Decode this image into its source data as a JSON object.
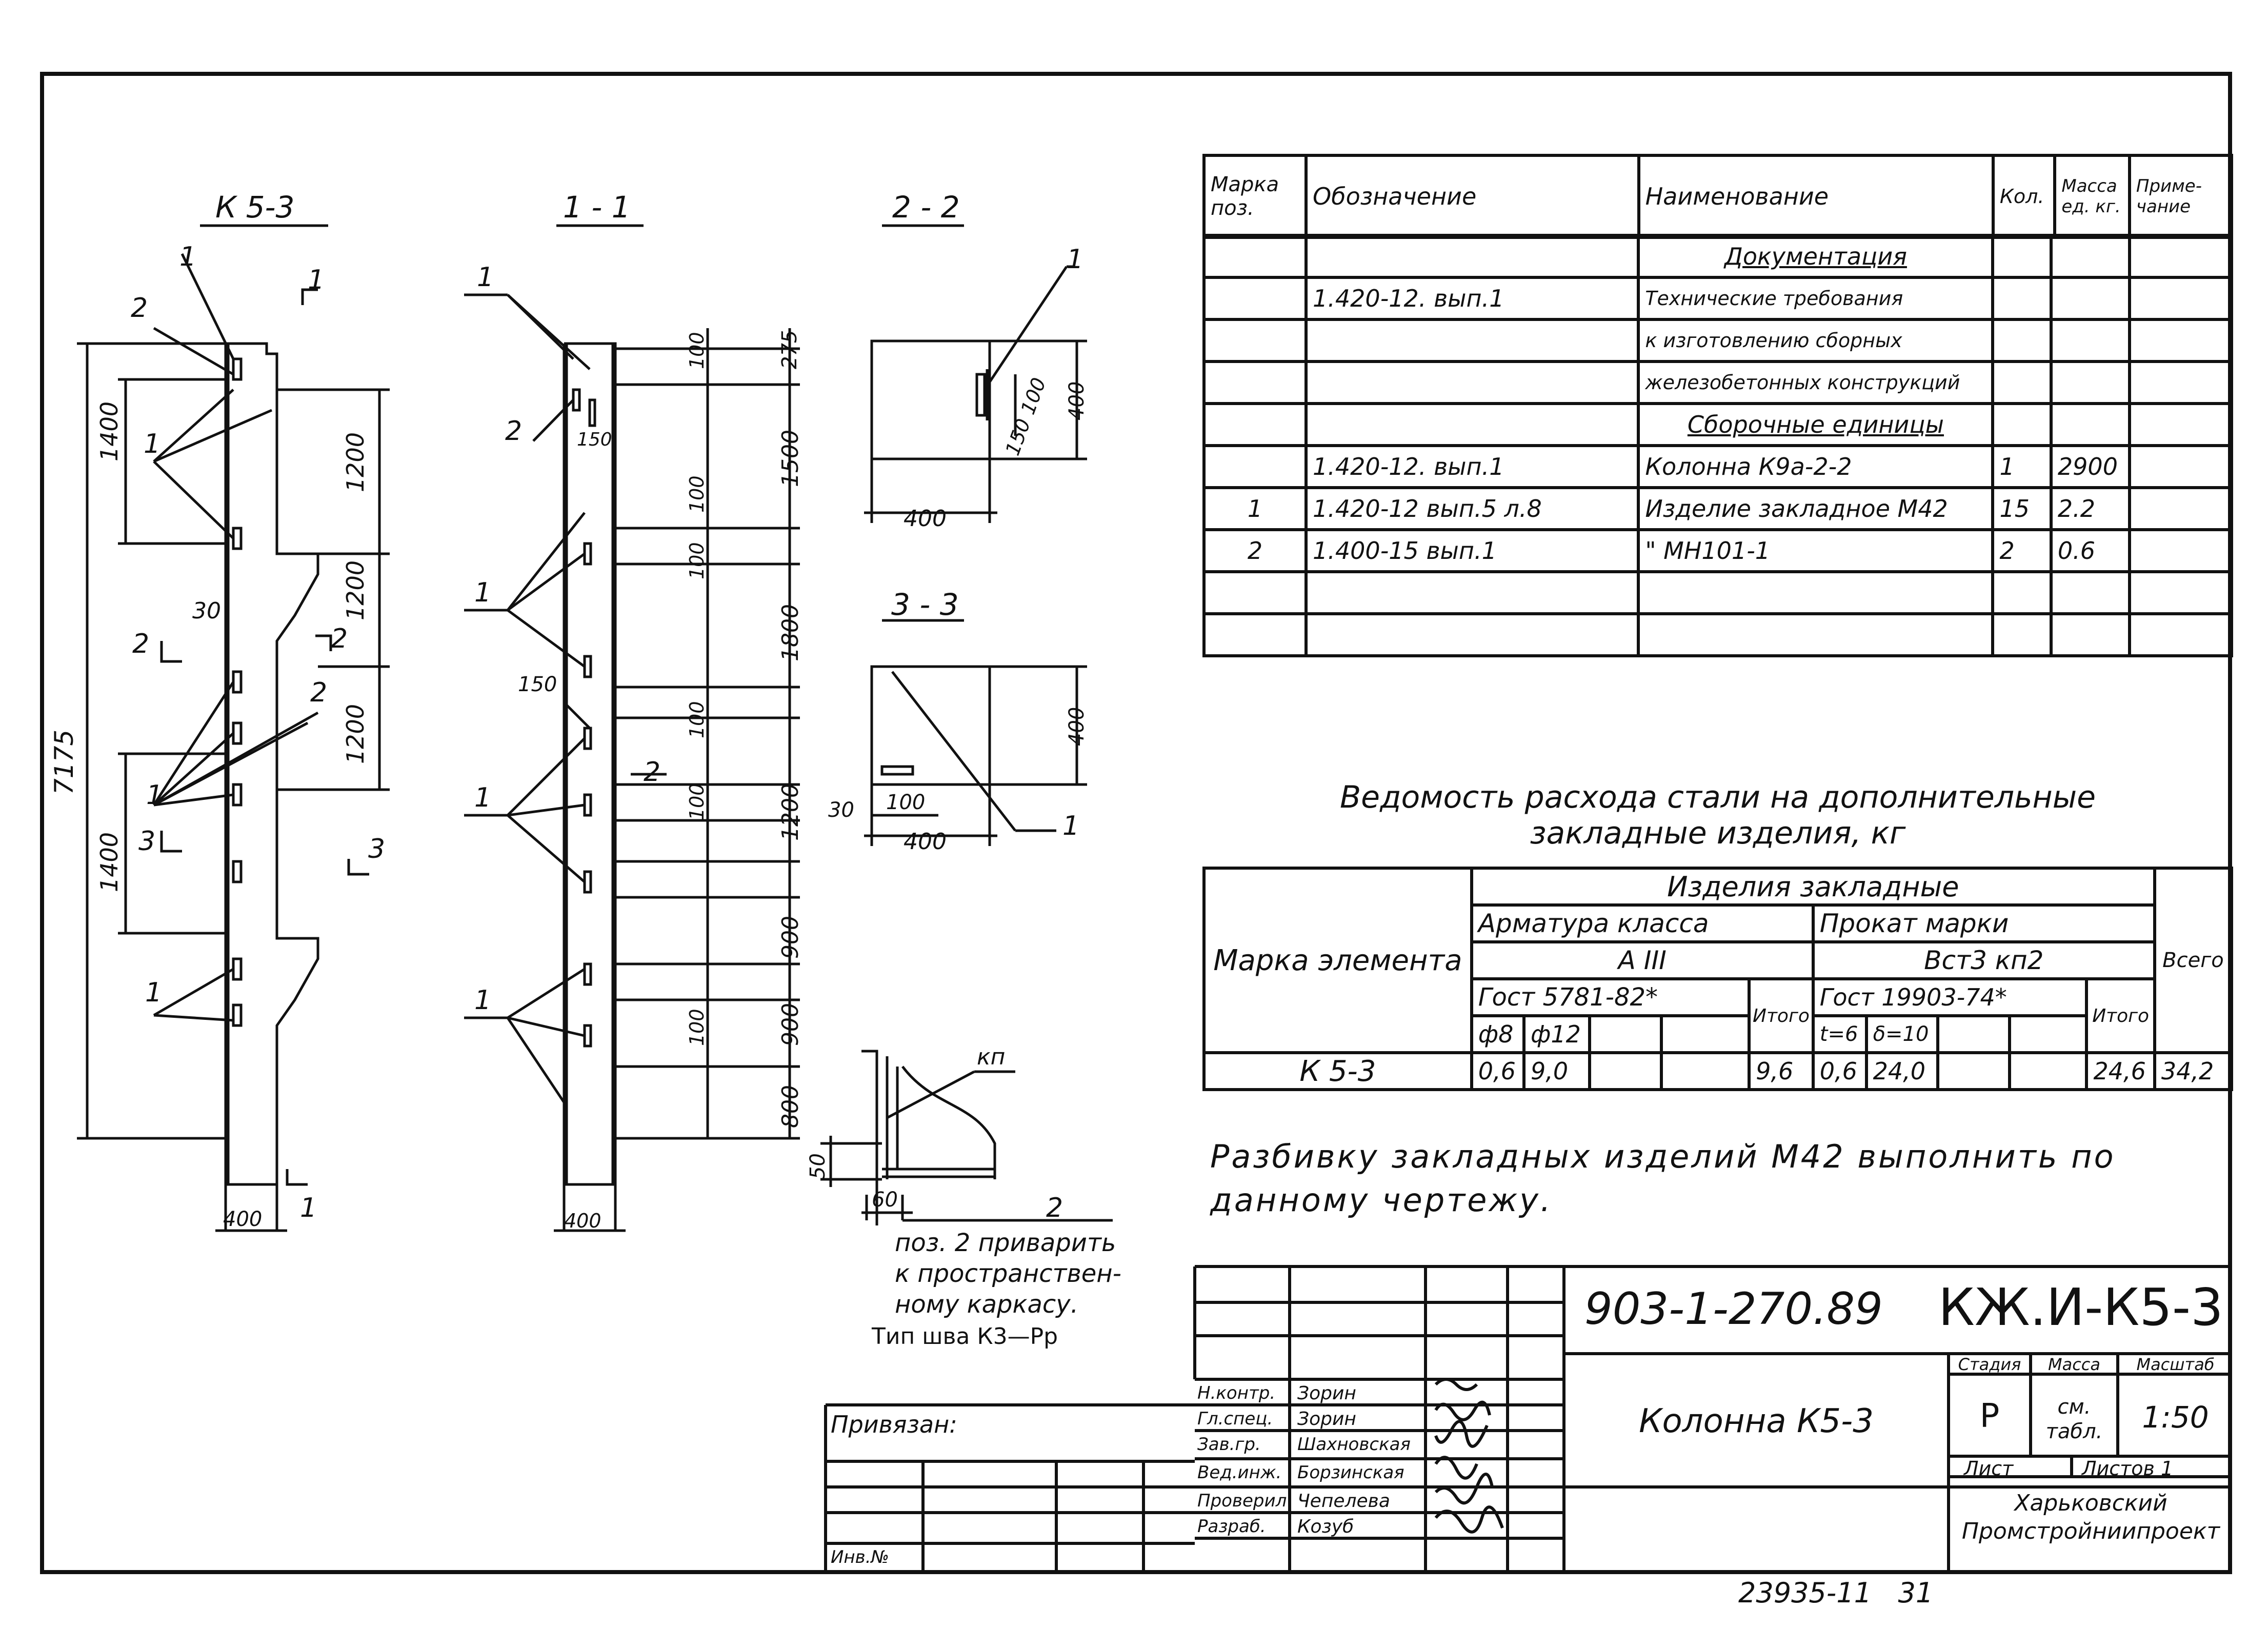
{
  "views": {
    "k53": "К 5-3",
    "s11": "1 - 1",
    "s22": "2 - 2",
    "s33": "3 - 3"
  },
  "drawing": {
    "dims_k53": [
      "1400",
      "1200",
      "1200",
      "1200",
      "1400",
      "7175",
      "30",
      "400"
    ],
    "dims_s11": [
      "275",
      "1500",
      "1800",
      "1200",
      "900",
      "900",
      "800",
      "100",
      "100",
      "100",
      "100",
      "100",
      "100",
      "150",
      "150",
      "400"
    ],
    "dims_s22": [
      "400",
      "400",
      "150",
      "100"
    ],
    "dims_s33": [
      "400",
      "400",
      "100",
      "30"
    ],
    "weld": [
      "кп",
      "50",
      "60"
    ],
    "markers": [
      "1",
      "2",
      "3"
    ],
    "weld_note": [
      "поз. 2 приварить",
      "к пространствен-",
      "ному каркасу."
    ],
    "weld_type": "Тип шва К3—Рр"
  },
  "spec_table": {
    "headers": [
      "Марка поз.",
      "Обозначение",
      "Наименование",
      "Кол.",
      "Масса ед. кг.",
      "Приме- чание"
    ],
    "rows": [
      [
        "",
        "",
        "Документация",
        "",
        "",
        ""
      ],
      [
        "",
        "1.420-12. вып.1",
        "Технические требования",
        "",
        "",
        ""
      ],
      [
        "",
        "",
        "к изготовлению сборных",
        "",
        "",
        ""
      ],
      [
        "",
        "",
        "железобетонных конструкций",
        "",
        "",
        ""
      ],
      [
        "",
        "",
        "Сборочные единицы",
        "",
        "",
        ""
      ],
      [
        "",
        "1.420-12. вып.1",
        "Колонна К9а-2-2",
        "1",
        "2900",
        ""
      ],
      [
        "1",
        "1.420-12 вып.5 л.8",
        "Изделие закладное М42",
        "15",
        "2.2",
        ""
      ],
      [
        "2",
        "1.400-15 вып.1",
        "\"      МН101-1",
        "2",
        "0.6",
        ""
      ],
      [
        "",
        "",
        "",
        "",
        "",
        ""
      ],
      [
        "",
        "",
        "",
        "",
        "",
        ""
      ]
    ]
  },
  "steel": {
    "caption_1": "Ведомость расхода стали на дополнительные",
    "caption_2": "закладные изделия, кг",
    "h_group": "Изделия закладные",
    "h_mark": "Марка элемента",
    "h_arm": "Арматура класса",
    "h_arm_cls": "А III",
    "h_arm_gost": "Гост 5781-82*",
    "h_d8": "ф8",
    "h_d12": "ф12",
    "h_total1": "Итого",
    "h_prok": "Прокат марки",
    "h_prok_mark": "Вст3 кп2",
    "h_prok_gost": "Гост 19903-74*",
    "h_t6": "t=6",
    "h_t10": "δ=10",
    "h_total2": "Итого",
    "h_all": "Всего",
    "row": [
      "К 5-3",
      "0,6",
      "9,0",
      "",
      "",
      "9,6",
      "0,6",
      "24,0",
      "",
      "",
      "24,6",
      "34,2"
    ]
  },
  "note": [
    "Разбивку закладных изделий М42 выполнить по",
    "данному чертежу."
  ],
  "title_block": {
    "code": "903-1-270.89",
    "sheet_code": "КЖ.И-К5-3",
    "name": "Колонна К5-3",
    "stadia_h": "Стадия",
    "massa_h": "Масса",
    "masshtab_h": "Масштаб",
    "stadia": "Р",
    "massa": "см. табл.",
    "masshtab": "1:50",
    "list_h": "Лист",
    "listov_h": "Листов 1",
    "org": [
      "Харьковский",
      "Промстройниипроект"
    ],
    "roles": [
      "Н.контр.",
      "Гл.спец.",
      "Зав.гр.",
      "Вед.инж.",
      "Проверил",
      "Разраб."
    ],
    "people": [
      "Зорин",
      "Зорин",
      "Шахновская",
      "Борзинская",
      "Чепелева",
      "Козуб"
    ],
    "privyazan": "Привязан:",
    "inv": "Инв.№",
    "bottom": "23935-11   31"
  }
}
